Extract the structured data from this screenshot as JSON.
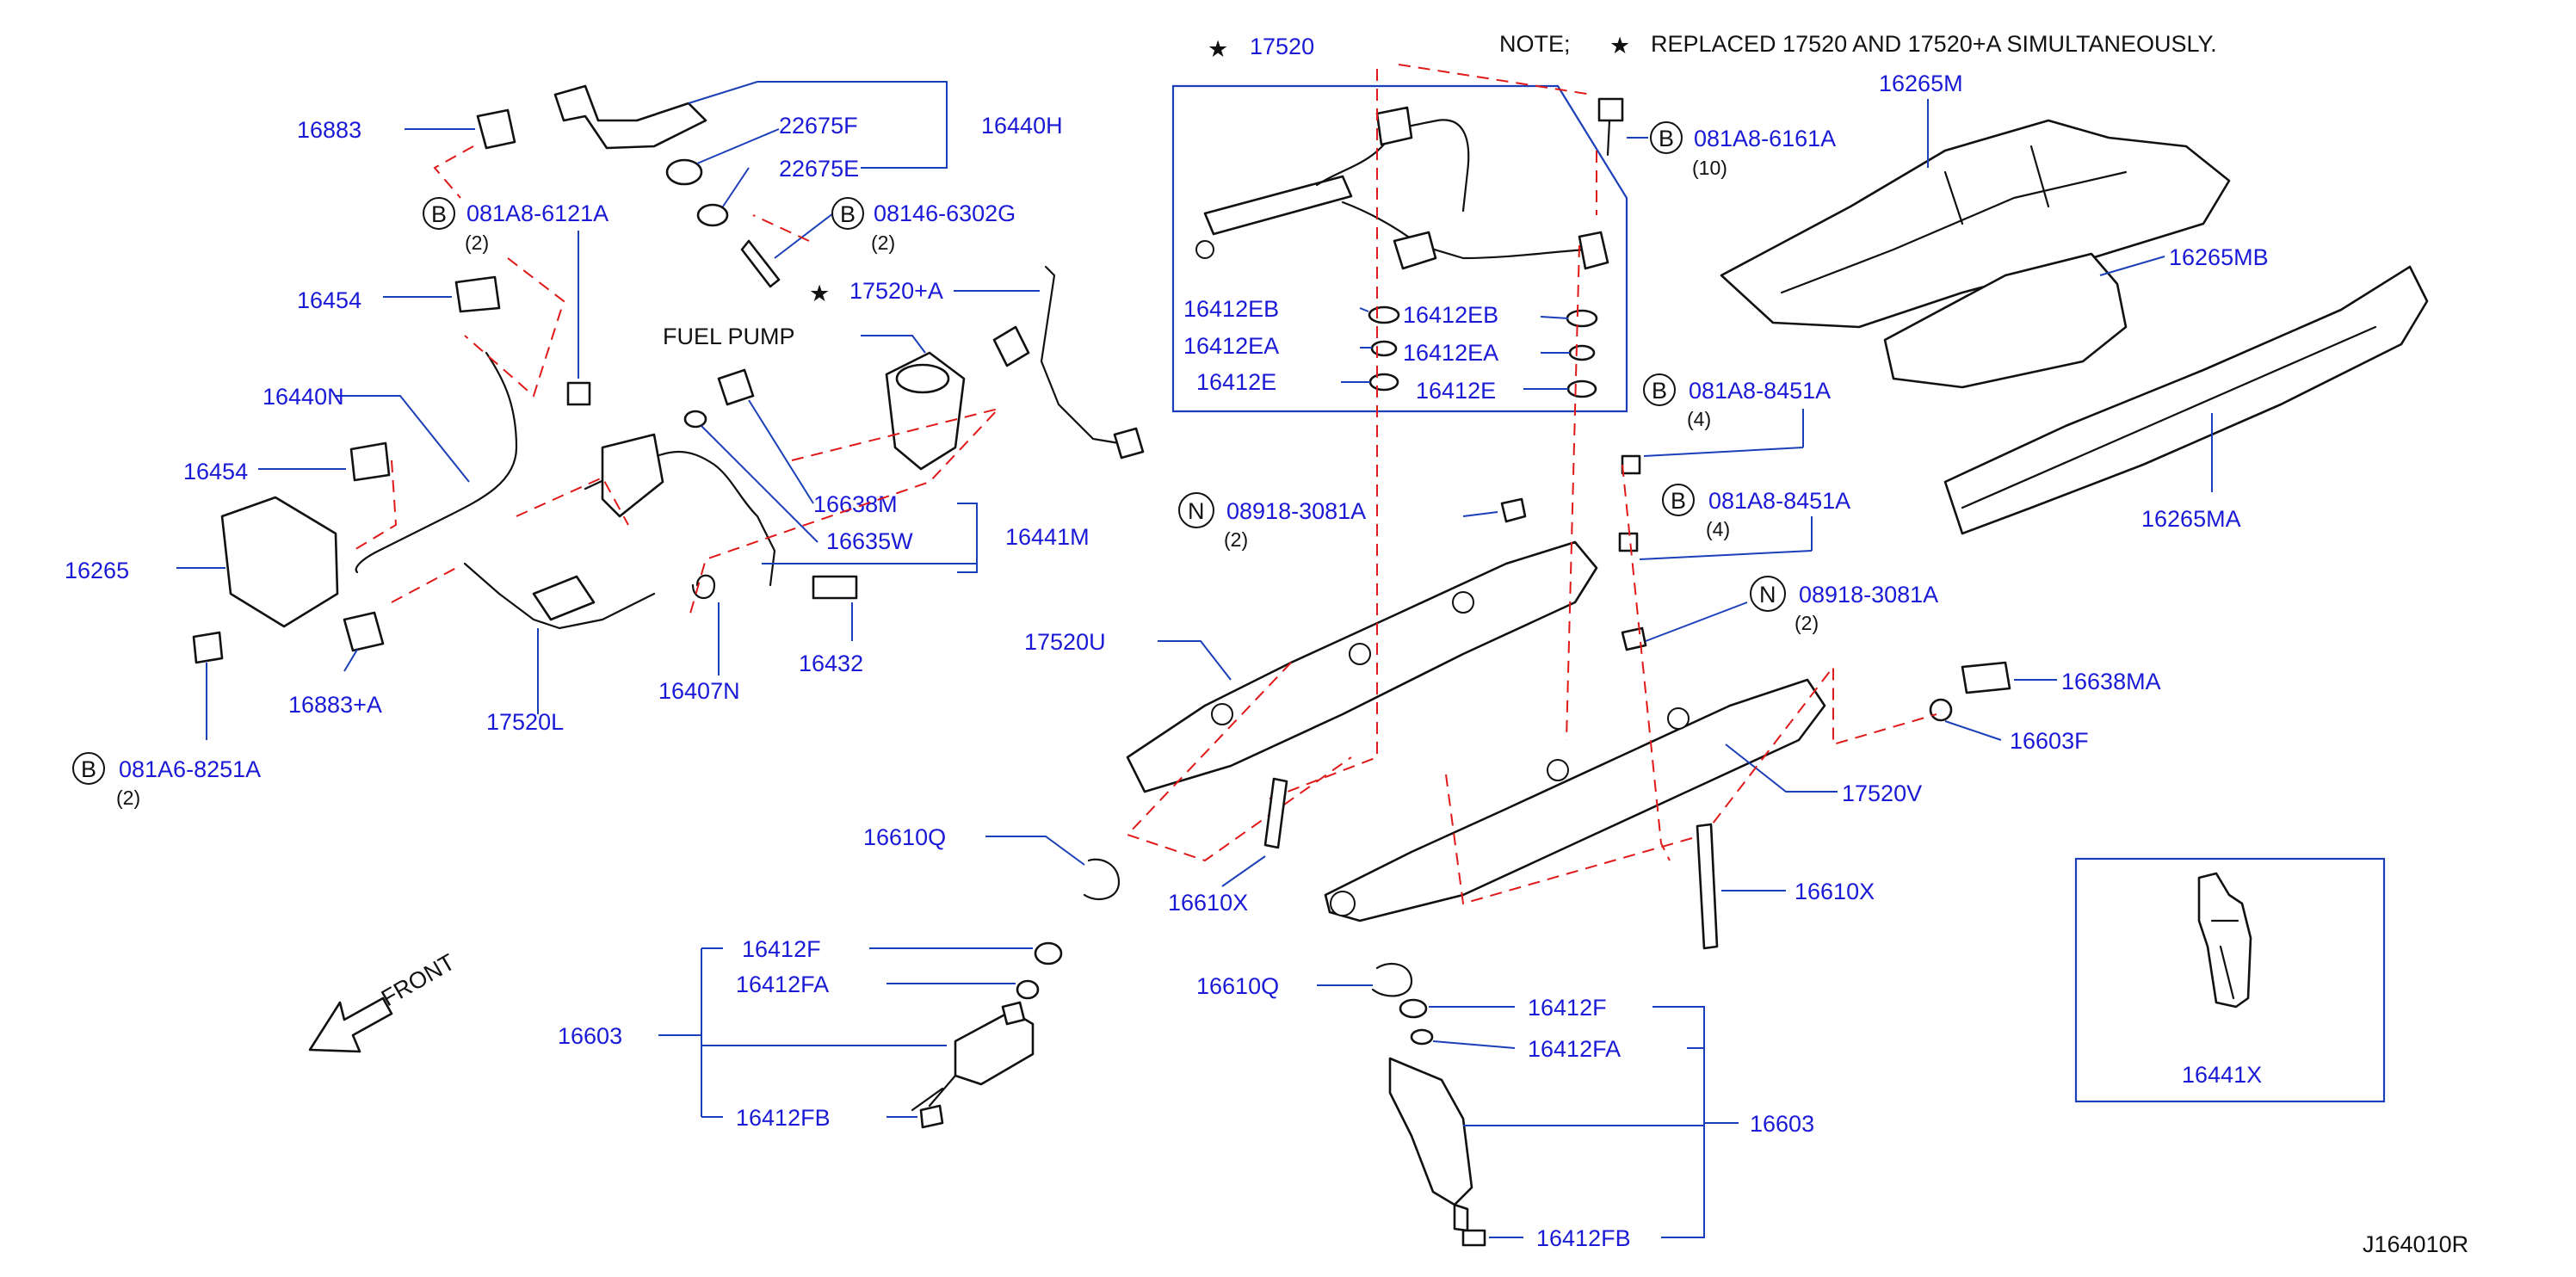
{
  "colors": {
    "label": "#1a1ad6",
    "leader": "#1a3fb8",
    "dashed": "#e01818",
    "part": "#111111"
  },
  "note": {
    "prefix": "NOTE;",
    "text": "REPLACED  17520  AND  17520+A  SIMULTANEOUSLY."
  },
  "diagram_code": "J164010R",
  "front_label": "FRONT",
  "fuel_pump_label": "FUEL  PUMP",
  "labels": {
    "p17520": "17520",
    "p16883": "16883",
    "p22675F": "22675F",
    "p22675E": "22675E",
    "p16440H": "16440H",
    "p081A8_6121A": "081A8-6121A",
    "q081A8_6121A": "(2)",
    "p08146_6302G": "08146-6302G",
    "q08146_6302G": "(2)",
    "p16454a": "16454",
    "p17520A": "17520+A",
    "p16440N": "16440N",
    "p16454b": "16454",
    "p16265": "16265",
    "p16883A": "16883+A",
    "p081A6_8251A": "081A6-8251A",
    "q081A6_8251A": "(2)",
    "p17520L": "17520L",
    "p16407N": "16407N",
    "p16432": "16432",
    "p16638M": "16638M",
    "p16635W": "16635W",
    "p16441M": "16441M",
    "p16412EB_l": "16412EB",
    "p16412EA_l": "16412EA",
    "p16412E_l": "16412E",
    "p16412EB_r": "16412EB",
    "p16412EA_r": "16412EA",
    "p16412E_r": "16412E",
    "p081A8_6161A": "081A8-6161A",
    "q081A8_6161A": "(10)",
    "p16265M": "16265M",
    "p16265MB": "16265MB",
    "p16265MA": "16265MA",
    "p081A8_8451A_1": "081A8-8451A",
    "q081A8_8451A_1": "(4)",
    "p081A8_8451A_2": "081A8-8451A",
    "q081A8_8451A_2": "(4)",
    "p08918_3081A_1": "08918-3081A",
    "q08918_3081A_1": "(2)",
    "p08918_3081A_2": "08918-3081A",
    "q08918_3081A_2": "(2)",
    "p17520U": "17520U",
    "p16638MA": "16638MA",
    "p16603F": "16603F",
    "p17520V": "17520V",
    "p16610Q_l": "16610Q",
    "p16610X_l": "16610X",
    "p16610X_r": "16610X",
    "p16610Q_r": "16610Q",
    "p16412F_l": "16412F",
    "p16412FA_l": "16412FA",
    "p16603_l": "16603",
    "p16412FB_l": "16412FB",
    "p16412F_r": "16412F",
    "p16412FA_r": "16412FA",
    "p16603_r": "16603",
    "p16412FB_r": "16412FB",
    "p16441X": "16441X"
  },
  "symbols": {
    "bolt": "B",
    "nut": "N",
    "star": "★"
  }
}
